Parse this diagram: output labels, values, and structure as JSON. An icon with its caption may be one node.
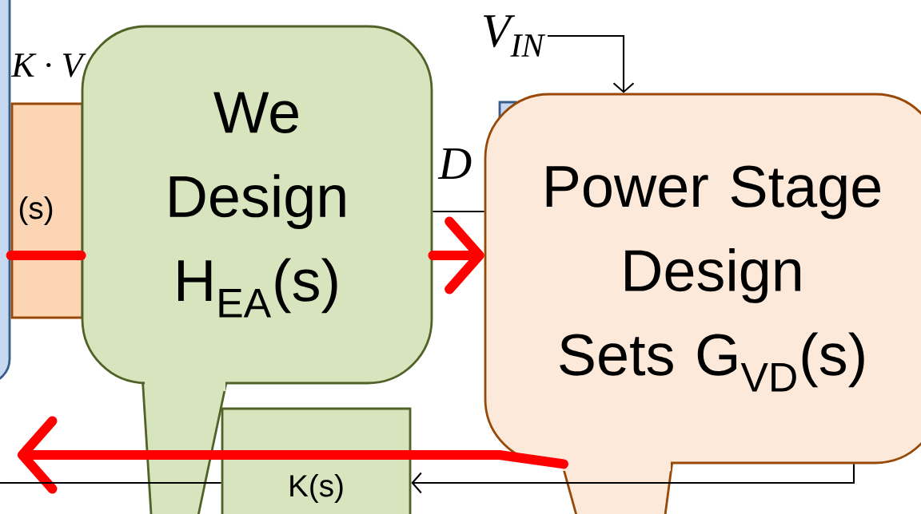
{
  "diagram": {
    "nodes": [
      {
        "text": [],
        "shape": "box"
      },
      {
        "text": [
          "(s)"
        ]
      },
      {
        "text": [
          "We Design H$_{EA}$(s)"
        ]
      },
      {
        "text": [
          "Power Stage Design Sets G$_{VD}$(s)"
        ]
      },
      {
        "text": [],
        "shape": "box"
      },
      {
        "text": [
          "K(s)"
        ]
      },
      {
        "text": [
          "V$_{IN}$"
        ]
      }
    ],
    "edges": [
      {
        "from": 1,
        "to": 2,
        "arrow": "none",
        "style": "thick",
        "color": "#ff0000"
      },
      {
        "from": 2,
        "to": 3,
        "arrow": "to",
        "style": "thick",
        "color": "#ff0000"
      },
      {
        "from": 3,
        "to": null,
        "arrow": "to",
        "style": "thick",
        "color": "#ff0000"
      },
      {
        "from": 6,
        "to": 3,
        "arrow": "to"
      },
      {
        "from": 2,
        "to": 3,
        "arrow": "none"
      },
      {
        "from": 3,
        "to": 5,
        "arrow": "to"
      },
      {
        "from": 5,
        "to": null,
        "arrow": "none"
      }
    ],
    "labels": [
      "K · V",
      "D"
    ]
  }
}
